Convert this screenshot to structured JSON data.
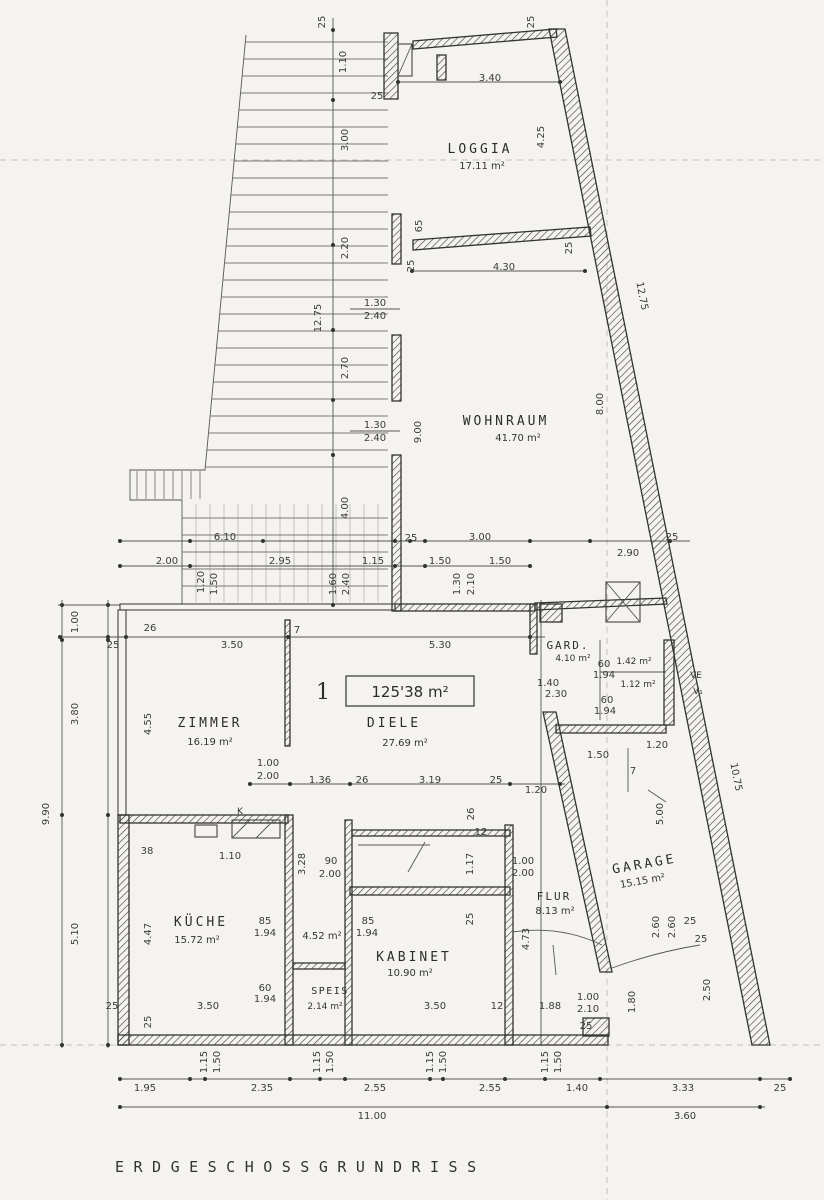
{
  "title": "ERDGESCHOSSGRUNDRISS",
  "total_area": {
    "marker": "1",
    "value": "125'38 m²"
  },
  "rooms": [
    {
      "name": "LOGGIA",
      "area": "17.11 m²"
    },
    {
      "name": "WOHNRAUM",
      "area": "41.70 m²"
    },
    {
      "name": "ZIMMER",
      "area": "16.19 m²"
    },
    {
      "name": "DIELE",
      "area": "27.69 m²"
    },
    {
      "name": "GARD.",
      "area": "4.10 m²"
    },
    {
      "name": "GARAGE",
      "area": "15.15 m²"
    },
    {
      "name": "FLUR",
      "area": "8.13 m²"
    },
    {
      "name": "KÜCHE",
      "area": "15.72 m²"
    },
    {
      "name": "KABINET",
      "area": "10.90 m²"
    },
    {
      "name": "SPEIS",
      "area": "2.14 m²"
    }
  ],
  "small_areas": [
    "1.42 m²",
    "1.12 m²",
    "4.52 m²"
  ],
  "marks": [
    "VE",
    "V₁",
    "K"
  ],
  "dimensions": [
    "25",
    "25",
    "1.10",
    "25",
    "3.40",
    "3.00",
    "4.25",
    "65",
    "2.20",
    "25",
    "25",
    "4.30",
    "12.75",
    "1.30",
    "2.40",
    "12.75",
    "2.70",
    "8.00",
    "1.30",
    "2.40",
    "9.00",
    "4.00",
    "6.10",
    "25",
    "3.00",
    "25",
    "2.90",
    "2.00",
    "2.95",
    "1.15",
    "1.50",
    "1.50",
    "1.20",
    "1.50",
    "1.60",
    "2.40",
    "1.30",
    "2.10",
    "1.00",
    "25",
    "26",
    "3.50",
    "7",
    "5.30",
    "60",
    "1.94",
    "1.40",
    "2.30",
    "60",
    "1.94",
    "3.80",
    "4.55",
    "1.50",
    "1.20",
    "1.00",
    "2.00",
    "7",
    "10.75",
    "1.36",
    "26",
    "3.19",
    "25",
    "1.20",
    "9.90",
    "5.00",
    "26",
    "12",
    "38",
    "1.10",
    "3.28",
    "90",
    "2.00",
    "1.17",
    "1.00",
    "2.00",
    "5.10",
    "4.47",
    "85",
    "1.94",
    "85",
    "1.94",
    "4.73",
    "25",
    "2.60",
    "2.60",
    "25",
    "25",
    "60",
    "1.94",
    "25",
    "3.50",
    "3.50",
    "12",
    "1.88",
    "1.00",
    "2.10",
    "1.80",
    "2.50",
    "25",
    "25",
    "1.95",
    "1.15",
    "1.50",
    "2.35",
    "1.15",
    "1.50",
    "2.55",
    "1.15",
    "1.50",
    "2.55",
    "1.15",
    "1.50",
    "1.40",
    "3.33",
    "25",
    "11.00",
    "3.60"
  ]
}
